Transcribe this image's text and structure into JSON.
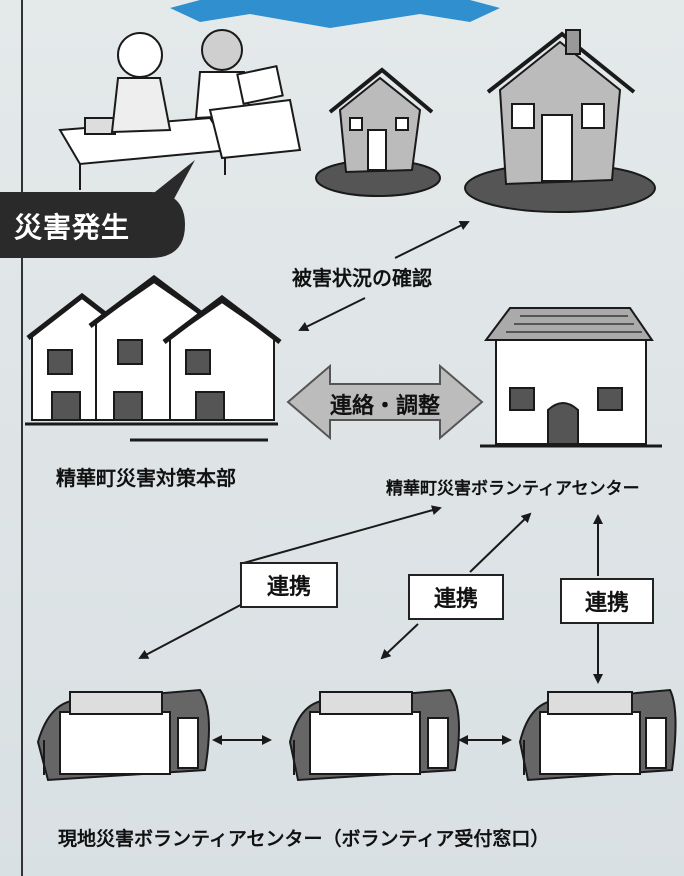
{
  "labels": {
    "disaster": "災害発生",
    "damage_check": "被害状況の確認",
    "hq": "精華町災害対策本部",
    "vol_center": "精華町災害ボランティアセンター",
    "contact_adjust": "連絡・調整",
    "link1": "連携",
    "link2": "連携",
    "link3": "連携",
    "local_center": "現地災害ボランティアセンター（ボランティア受付窓口）"
  },
  "colors": {
    "bubble": "#2a2a2a",
    "banner": "#2f8fcf",
    "ink": "#1a1a1a",
    "arrow_fill": "#bcbcbc"
  }
}
